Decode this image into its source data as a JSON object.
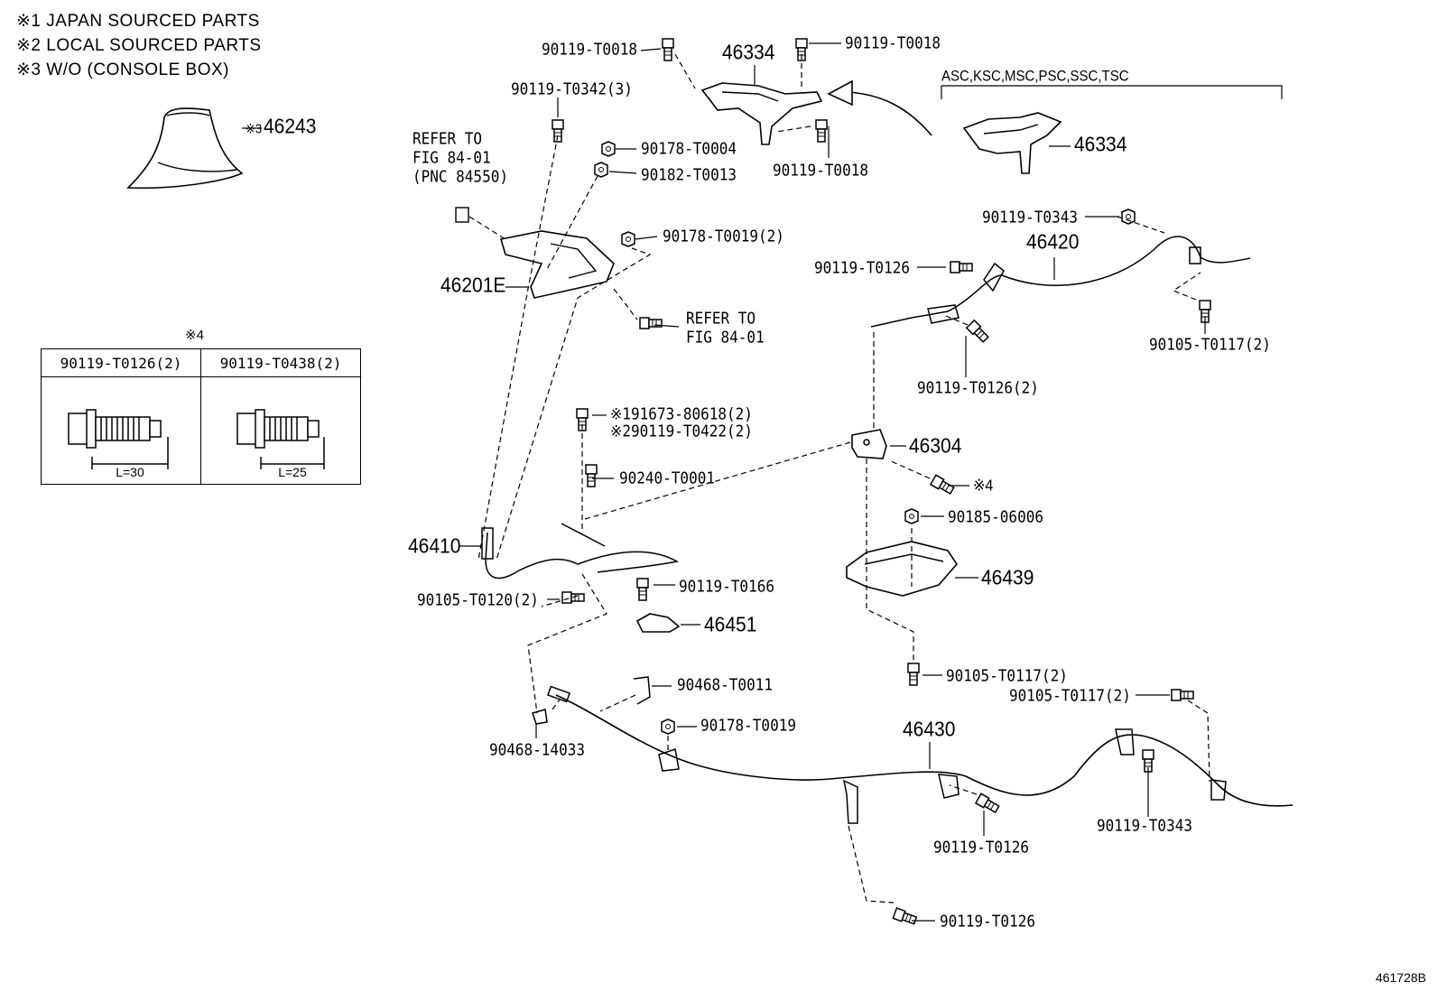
{
  "notes": {
    "n1": "※1  JAPAN SOURCED PARTS",
    "n2": "※2  LOCAL SOURCED PARTS",
    "n3": "※3  W/O (CONSOLE BOX)"
  },
  "table": {
    "marker": "※4",
    "col1_header": "90119-T0126(2)",
    "col2_header": "90119-T0438(2)",
    "col1_dim": "L=30",
    "col2_dim": "L=25"
  },
  "labels": {
    "p46243": "46243",
    "p46243_mark": "※3",
    "p90119_T0018_a": "90119-T0018",
    "p46334_a": "46334",
    "p90119_T0018_b": "90119-T0018",
    "p90119_T0018_c": "90119-T0018",
    "variant_header": "ASC,KSC,MSC,PSC,SSC,TSC",
    "p46334_b": "46334",
    "p90119_T0342": "90119-T0342(3)",
    "p90178_T0004": "90178-T0004",
    "p90182_T0013": "90182-T0013",
    "p90178_T0019_2": "90178-T0019(2)",
    "ref1_l1": "REFER TO",
    "ref1_l2": "FIG 84-01",
    "ref1_l3": "(PNC 84550)",
    "p46201E": "46201E",
    "ref2_l1": "REFER TO",
    "ref2_l2": "FIG 84-01",
    "p90119_T0343_a": "90119-T0343",
    "p46420": "46420",
    "p90119_T0126_a": "90119-T0126",
    "p90105_T0117_a": "90105-T0117(2)",
    "p90119_T0126_b": "90119-T0126(2)",
    "p191673": "※191673-80618(2)",
    "p290119": "※290119-T0422(2)",
    "p90240_T0001": "90240-T0001",
    "p46304": "46304",
    "mark4": "※4",
    "p46410": "46410",
    "p90185_06006": "90185-06006",
    "p46439": "46439",
    "p90119_T0166": "90119-T0166",
    "p46451": "46451",
    "p90105_T0120": "90105-T0120(2)",
    "p90105_T0117_b": "90105-T0117(2)",
    "p90105_T0117_c": "90105-T0117(2)",
    "p90468_T0011": "90468-T0011",
    "p90178_T0019": "90178-T0019",
    "p46430": "46430",
    "p90468_14033": "90468-14033",
    "p90119_T0126_c": "90119-T0126",
    "p90119_T0343_b": "90119-T0343",
    "p90119_T0126_d": "90119-T0126"
  },
  "figure_id": "461728B"
}
